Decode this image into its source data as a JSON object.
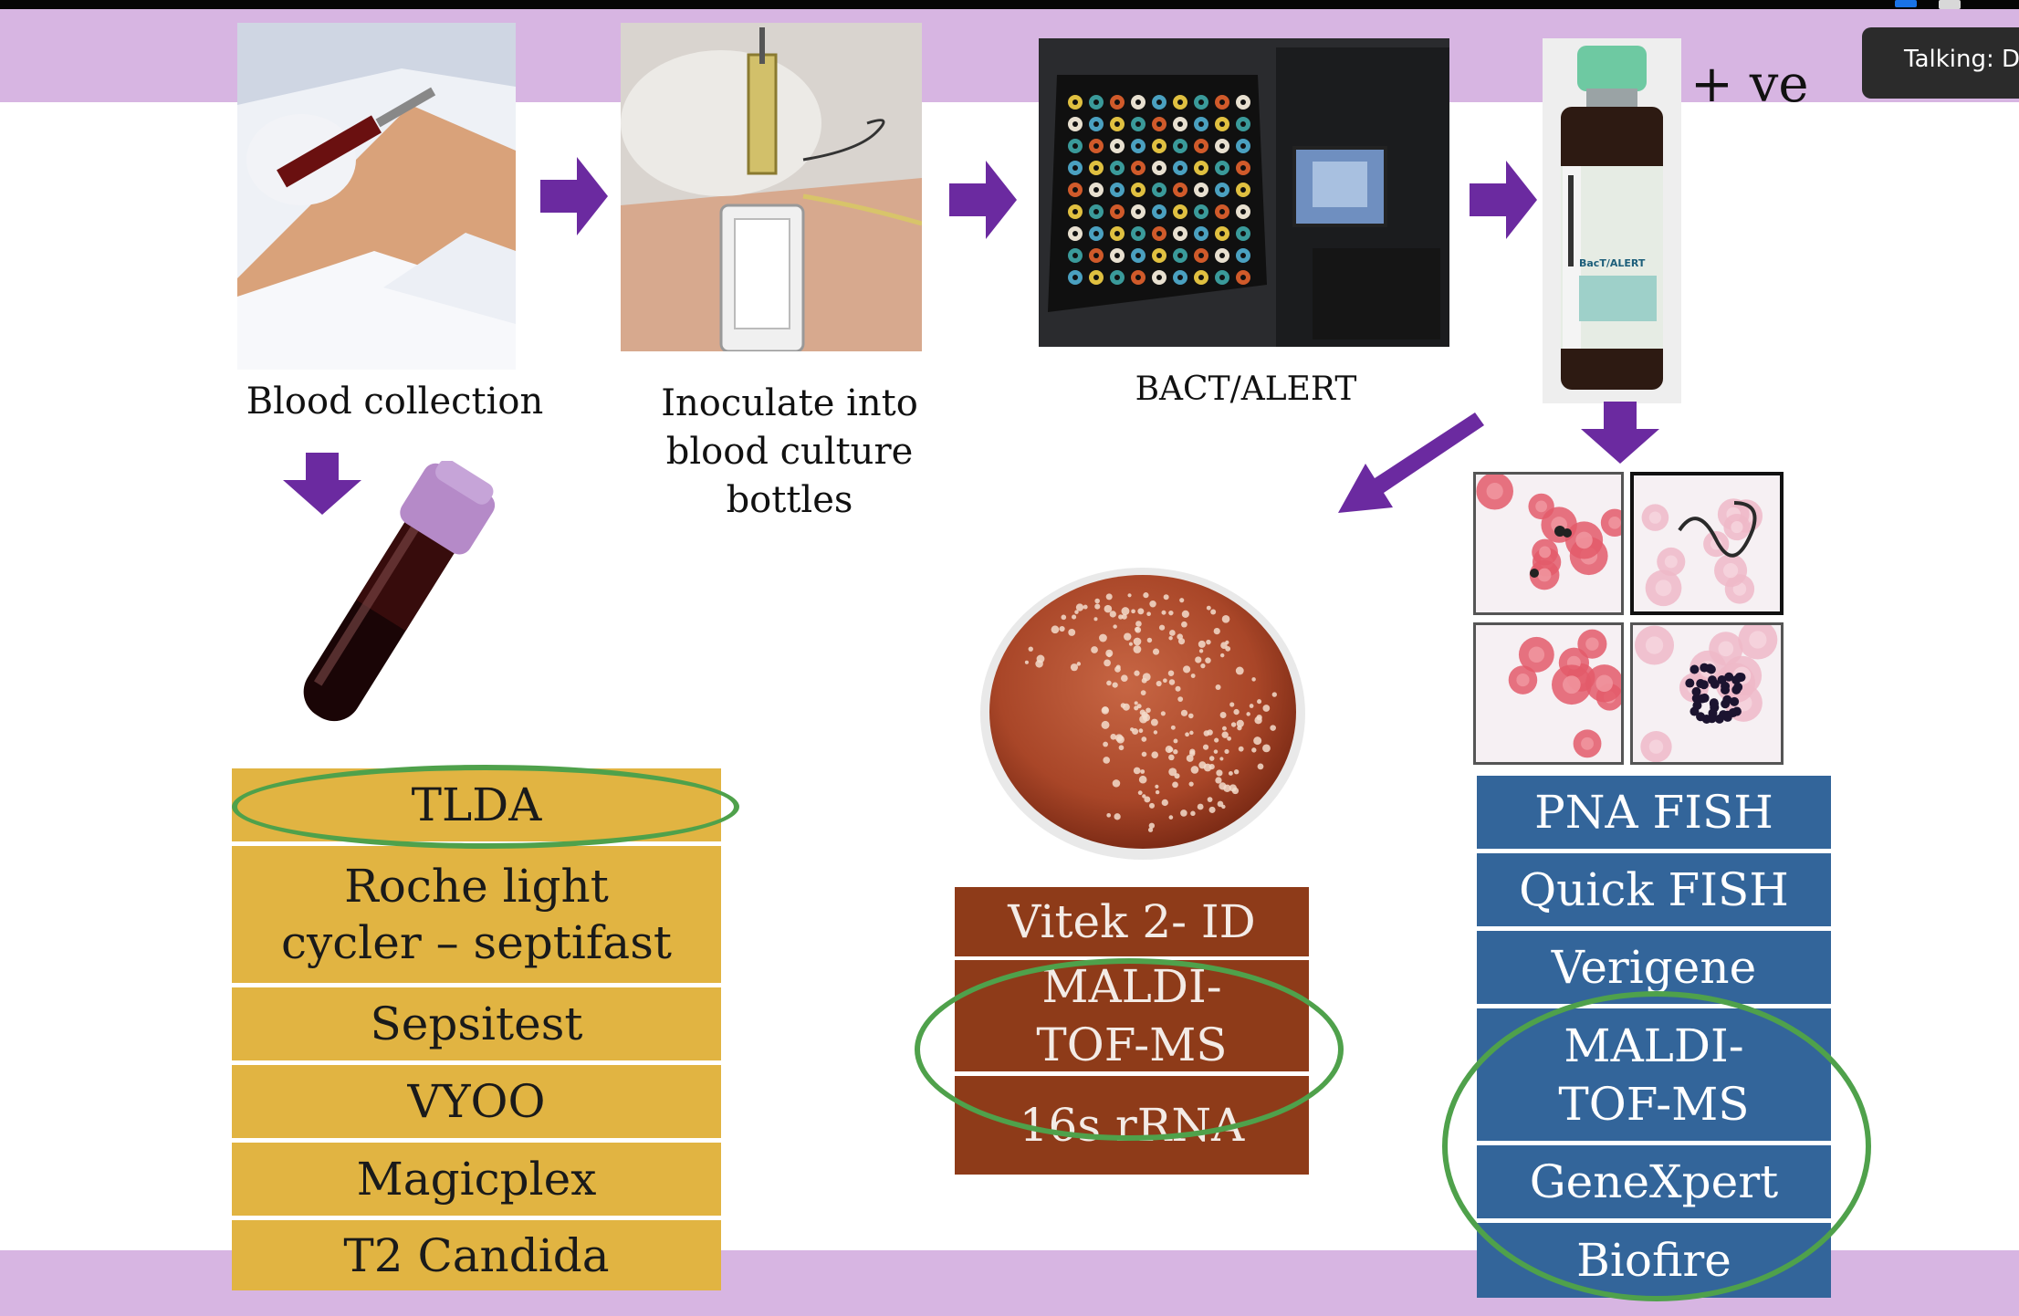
{
  "slide": {
    "captions": {
      "blood_collection": "Blood collection",
      "inoculate": "Inoculate into blood culture bottles",
      "bact_alert": "BACT/ALERT",
      "positive": "+ ve"
    },
    "gold_list": [
      "TLDA",
      "Roche light cycler – septifast",
      "Sepsitest",
      "VYOO",
      "Magicplex",
      "T2 Candida"
    ],
    "brown_list": [
      "Vitek 2- ID",
      "MALDI-TOF-MS",
      "16s rRNA"
    ],
    "blue_list": [
      "PNA FISH",
      "Quick FISH",
      "Verigene",
      "MALDI-TOF-MS",
      "GeneXpert",
      "Biofire"
    ],
    "bottle_label": "BacT/ALERT",
    "colors": {
      "band": "#d7b5e2",
      "arrow": "#6b2aa0",
      "gold": "#e1b442",
      "brown": "#8e3b19",
      "blue": "#33659a",
      "highlight": "#4fa14b"
    }
  },
  "zoom": {
    "talking_label": "Talking: DF"
  }
}
